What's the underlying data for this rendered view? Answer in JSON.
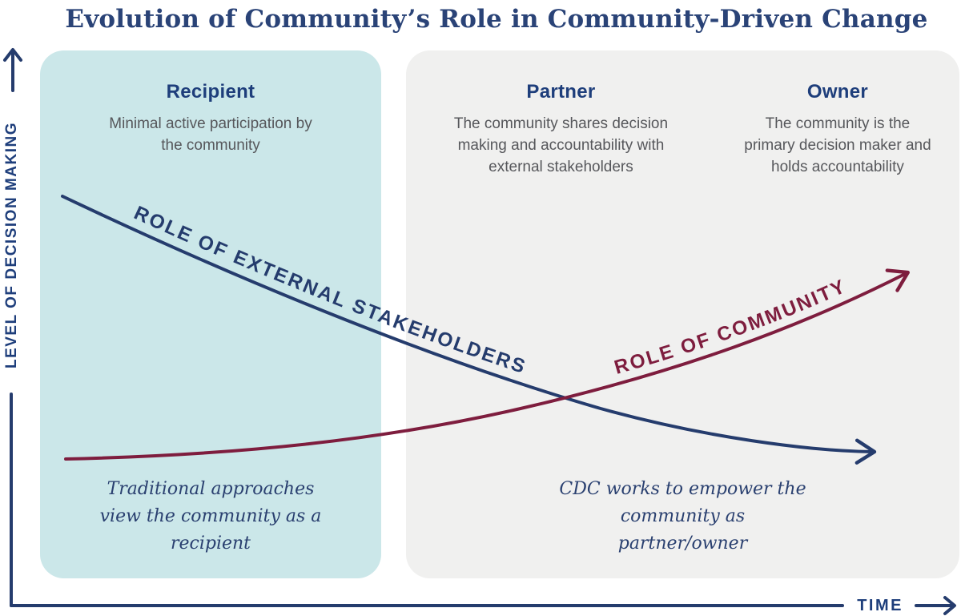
{
  "title": "Evolution of Community’s Role in Community-Driven Change",
  "y_axis": {
    "label": "LEVEL OF DECISION MAKING"
  },
  "x_axis": {
    "label": "TIME"
  },
  "stages": [
    {
      "id": "recipient",
      "heading": "Recipient",
      "description": "Minimal active participation by the community"
    },
    {
      "id": "partner",
      "heading": "Partner",
      "description": "The community shares decision making and accountability with external stakeholders"
    },
    {
      "id": "owner",
      "heading": "Owner",
      "description": "The community is the primary decision maker and holds accountability"
    }
  ],
  "curves": {
    "external_stakeholders": {
      "label": "ROLE OF EXTERNAL STAKEHOLDERS",
      "trend": "decreasing",
      "color": "#253c6d"
    },
    "community": {
      "label": "ROLE OF COMMUNITY",
      "trend": "increasing",
      "color": "#7e1d3e"
    }
  },
  "notes": {
    "recipient_note": "Traditional approaches view the community as a recipient",
    "partner_owner_note": "CDC works to empower the community as partner/owner"
  },
  "colors": {
    "navy": "#253c6d",
    "heading_navy": "#1e3e7b",
    "maroon": "#7e1d3e",
    "teal_panel": "#cbe7e9",
    "gray_panel": "#f0f0ef",
    "body_text": "#56575b"
  }
}
